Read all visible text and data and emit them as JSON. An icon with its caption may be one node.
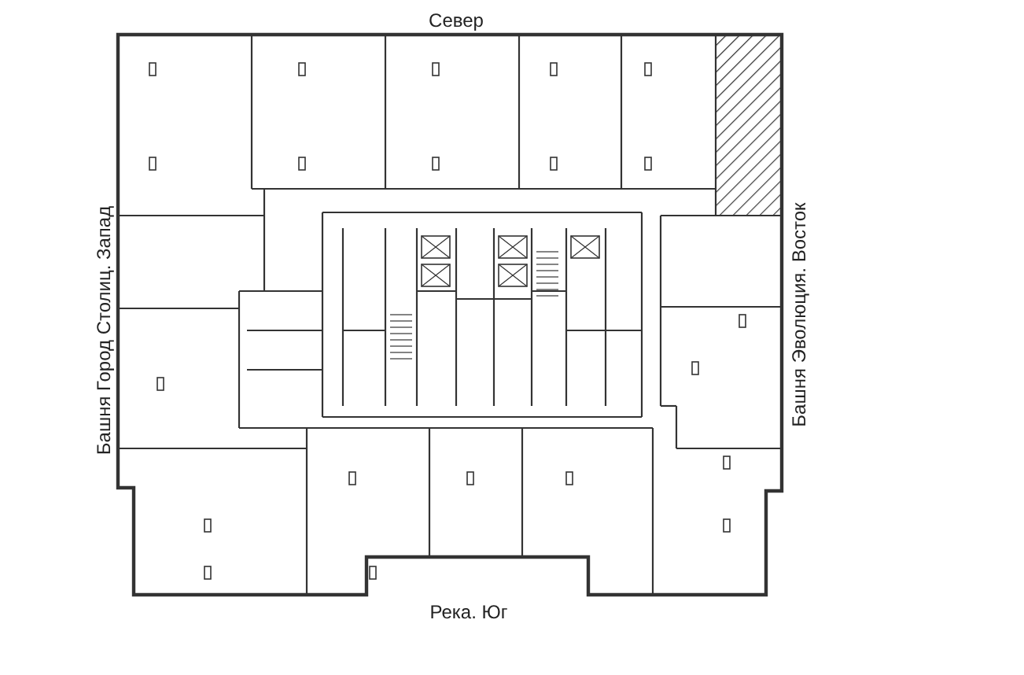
{
  "diagram": {
    "labels": [
      "Север",
      "Башня Город Столиц. Запад",
      "Башня Эволюция. Восток",
      "Река. Юг"
    ]
  }
}
